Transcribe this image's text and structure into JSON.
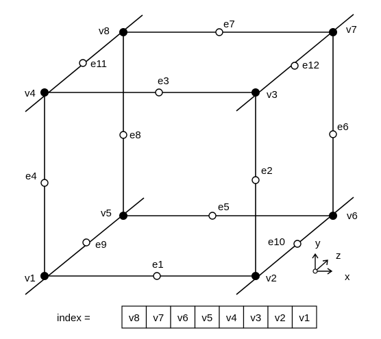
{
  "vertices": {
    "v1": {
      "label": "v1"
    },
    "v2": {
      "label": "v2"
    },
    "v3": {
      "label": "v3"
    },
    "v4": {
      "label": "v4"
    },
    "v5": {
      "label": "v5"
    },
    "v6": {
      "label": "v6"
    },
    "v7": {
      "label": "v7"
    },
    "v8": {
      "label": "v8"
    }
  },
  "edges": {
    "e1": {
      "label": "e1",
      "from": "v1",
      "to": "v2"
    },
    "e2": {
      "label": "e2",
      "from": "v2",
      "to": "v3"
    },
    "e3": {
      "label": "e3",
      "from": "v4",
      "to": "v3"
    },
    "e4": {
      "label": "e4",
      "from": "v1",
      "to": "v4"
    },
    "e5": {
      "label": "e5",
      "from": "v5",
      "to": "v6"
    },
    "e6": {
      "label": "e6",
      "from": "v6",
      "to": "v7"
    },
    "e7": {
      "label": "e7",
      "from": "v8",
      "to": "v7"
    },
    "e8": {
      "label": "e8",
      "from": "v5",
      "to": "v8"
    },
    "e9": {
      "label": "e9",
      "from": "v1",
      "to": "v5"
    },
    "e10": {
      "label": "e10",
      "from": "v2",
      "to": "v6"
    },
    "e11": {
      "label": "e11",
      "from": "v4",
      "to": "v8"
    },
    "e12": {
      "label": "e12",
      "from": "v3",
      "to": "v7"
    }
  },
  "axes": {
    "x": "x",
    "y": "y",
    "z": "z"
  },
  "index": {
    "label": "index =",
    "cells": [
      "v8",
      "v7",
      "v6",
      "v5",
      "v4",
      "v3",
      "v2",
      "v1"
    ]
  }
}
